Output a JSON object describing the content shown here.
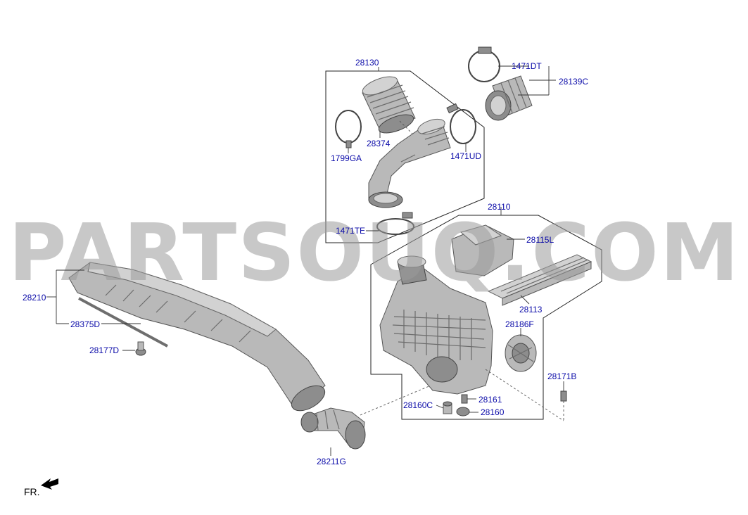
{
  "diagram": {
    "watermark": "PARTSOUQ.COM",
    "direction_label": "FR.",
    "part_labels": {
      "p28130": "28130",
      "p1471DT": "1471DT",
      "p28139C": "28139C",
      "p28374": "28374",
      "p1799GA": "1799GA",
      "p1471UD": "1471UD",
      "p28110": "28110",
      "p1471TE": "1471TE",
      "p28115L": "28115L",
      "p28210": "28210",
      "p28113": "28113",
      "p28375D": "28375D",
      "p28186F": "28186F",
      "p28177D": "28177D",
      "p28171B": "28171B",
      "p28161": "28161",
      "p28160C": "28160C",
      "p28160": "28160",
      "p28211G": "28211G"
    }
  }
}
